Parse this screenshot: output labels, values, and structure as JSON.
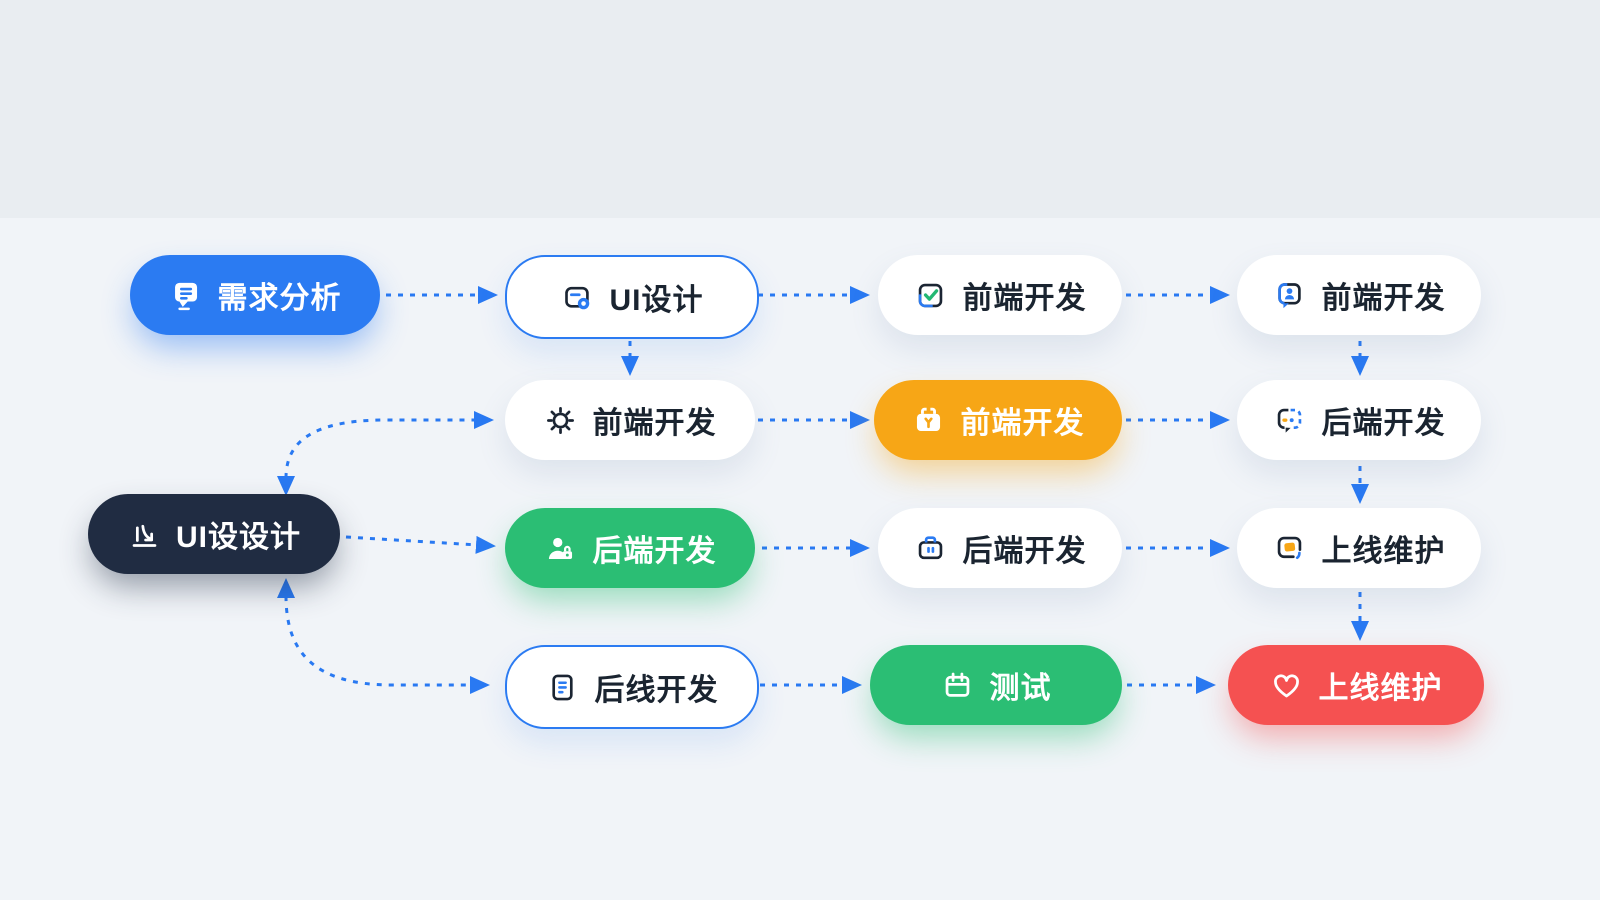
{
  "diagram_title": "",
  "colors": {
    "background": "#e9edf1",
    "panel": "#f1f4f8",
    "accent_blue": "#2b7bf2",
    "dark_navy": "#202c42",
    "orange": "#f7a616",
    "green": "#2bbe74",
    "red": "#f55151",
    "arrow_blue": "#2979f2",
    "text_dark": "#1a2430"
  },
  "nodes": [
    {
      "label": "需求分析",
      "icon": "message-lines-icon",
      "variant": "blue"
    },
    {
      "label": "UI设计",
      "icon": "design-frame-icon",
      "variant": "outlined"
    },
    {
      "label": "前端开发",
      "icon": "checkbox-icon",
      "variant": "white"
    },
    {
      "label": "前端开发",
      "icon": "user-chat-icon",
      "variant": "white"
    },
    {
      "label": "前端开发",
      "icon": "gear-icon",
      "variant": "white"
    },
    {
      "label": "前端开发",
      "icon": "toolbox-icon",
      "variant": "orange"
    },
    {
      "label": "后端开发",
      "icon": "chat-dots-icon",
      "variant": "white"
    },
    {
      "label": "UI设设计",
      "icon": "chart-pen-icon",
      "variant": "dark"
    },
    {
      "label": "后端开发",
      "icon": "user-lock-icon",
      "variant": "green"
    },
    {
      "label": "后端开发",
      "icon": "briefcase-icon",
      "variant": "white"
    },
    {
      "label": "上线维护",
      "icon": "chat-photo-icon",
      "variant": "white"
    },
    {
      "label": "后线开发",
      "icon": "document-lines-icon",
      "variant": "outlined"
    },
    {
      "label": "测试",
      "icon": "calendar-icon",
      "variant": "green"
    },
    {
      "label": "上线维护",
      "icon": "heart-icon",
      "variant": "red"
    }
  ],
  "edges": [
    {
      "from": "需求分析",
      "to": "UI设计",
      "style": "dashed-arrow"
    },
    {
      "from": "UI设计(row1)",
      "to": "前端开发(row1-c3)",
      "style": "dashed-arrow"
    },
    {
      "from": "前端开发(row1-c3)",
      "to": "前端开发(row1-c4)",
      "style": "dashed-arrow"
    },
    {
      "from": "UI设计",
      "to": "前端开发(row2-c1)",
      "style": "dashed-arrow-down"
    },
    {
      "from": "前端开发(row1-c4)",
      "to": "后端开发(row2-c3)",
      "style": "dashed-arrow-down"
    },
    {
      "from": "前端开发(row2-c1)",
      "to": "前端开发(row2-c2)",
      "style": "dashed-arrow"
    },
    {
      "from": "前端开发(row2-c2)",
      "to": "后端开发(row2-c3)",
      "style": "dashed-arrow"
    },
    {
      "from": "后端开发(row2-c3)",
      "to": "上线维护(row3-c4)",
      "style": "dashed-arrow-down"
    },
    {
      "from": "UI设设计",
      "to": "前端开发(row2-c1)",
      "style": "dashed-curve-bidirectional"
    },
    {
      "from": "UI设设计",
      "to": "后端开发(row3-c2)",
      "style": "dashed-arrow"
    },
    {
      "from": "后端开发(row3-c2)",
      "to": "后端开发(row3-c3)",
      "style": "dashed-arrow"
    },
    {
      "from": "后端开发(row3-c3)",
      "to": "上线维护(row3-c4)",
      "style": "dashed-arrow"
    },
    {
      "from": "上线维护(row3-c4)",
      "to": "上线维护(row4-c3)",
      "style": "dashed-arrow-down"
    },
    {
      "from": "UI设设计",
      "to": "后线开发(row4-c1)",
      "style": "dashed-curve-bidirectional"
    },
    {
      "from": "后线开发(row4-c1)",
      "to": "测试",
      "style": "dashed-arrow"
    },
    {
      "from": "测试",
      "to": "上线维护(row4-c3)",
      "style": "dashed-arrow"
    }
  ]
}
